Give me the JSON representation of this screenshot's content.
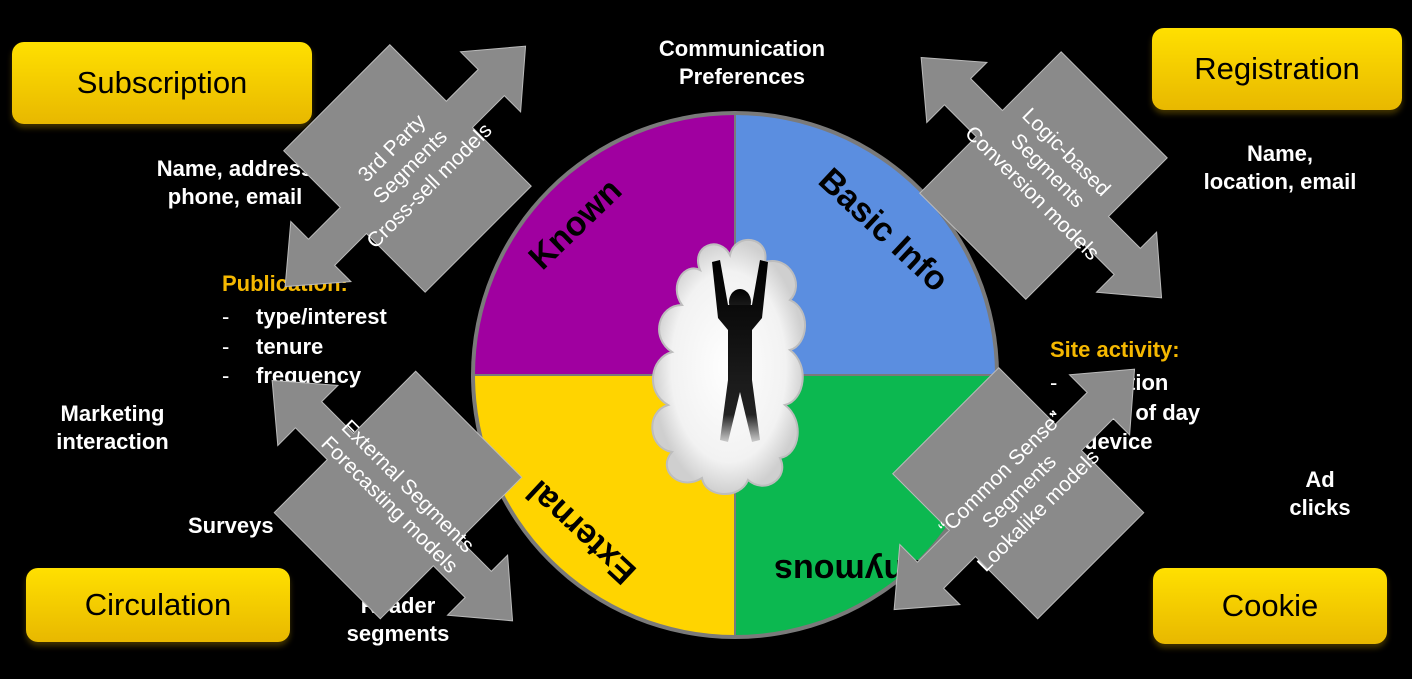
{
  "boxes": {
    "subscription": "Subscription",
    "registration": "Registration",
    "circulation": "Circulation",
    "cookie": "Cookie"
  },
  "wheel": {
    "known": "Known",
    "basic_info": "Basic Info",
    "external": "External",
    "anonymous": "nonymous",
    "colors": {
      "known": "#a000a0",
      "basic_info": "#5b8ee0",
      "external": "#ffd400",
      "anonymous": "#0cb850"
    }
  },
  "labels": {
    "comm_line1": "Communication",
    "comm_line2": "Preferences",
    "sub_info_line1": "Name, address",
    "sub_info_line2": "phone, email",
    "reg_info_line1": "Name,",
    "reg_info_line2": "location, email",
    "public_heading": "Publication:",
    "public_items": [
      "type/interest",
      "tenure",
      "frequency"
    ],
    "site_heading": "Site activity:",
    "site_items": [
      "location",
      "time of day",
      "device"
    ],
    "marketing_line1": "Marketing",
    "marketing_line2": "interaction",
    "surveys": "Surveys",
    "ad_line1": "Ad",
    "ad_line2": "clicks",
    "reader_line1": "Reader",
    "reader_line2": "segments"
  },
  "arrows": {
    "top_left": [
      "3rd Party",
      "Segments",
      "Cross-sell models"
    ],
    "top_right": [
      "Logic-based",
      "Segments",
      "Conversion models"
    ],
    "bottom_left": [
      "External Segments",
      "Forecasting models"
    ],
    "bottom_right": [
      "“Common Sense”",
      "Segments",
      "Lookalike models"
    ]
  },
  "colors": {
    "gold_text": "#f5b800",
    "arrow_fill": "#8a8a8a",
    "box_fill": "#ffd400"
  }
}
